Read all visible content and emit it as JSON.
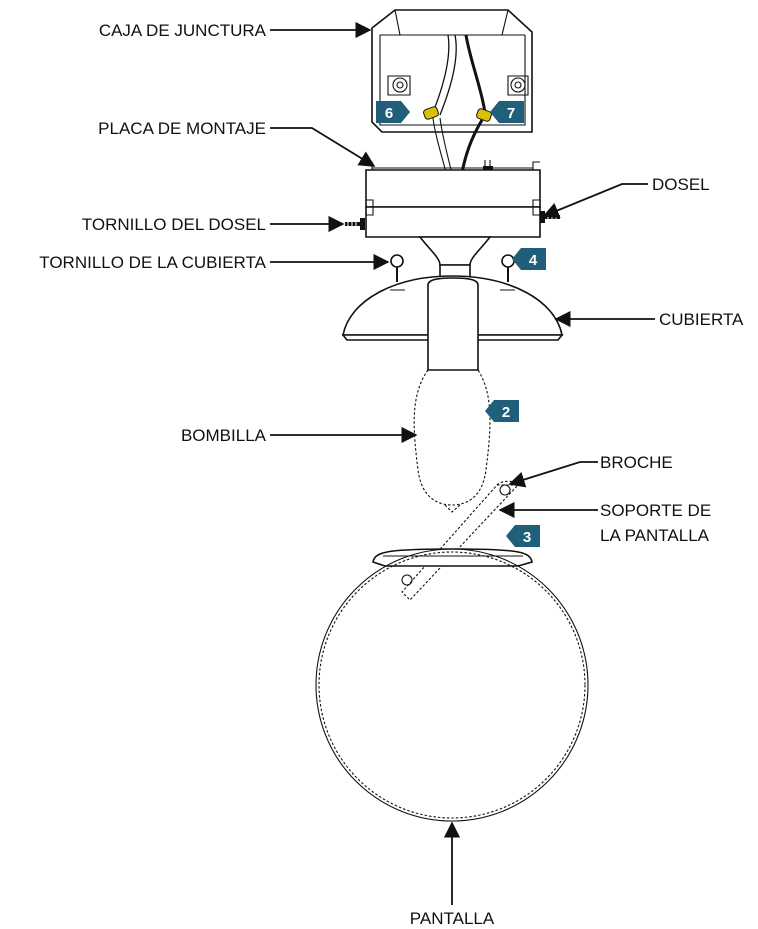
{
  "labels": {
    "junction_box": "CAJA DE JUNCTURA",
    "mounting_plate": "PLACA DE MONTAJE",
    "canopy": "DOSEL",
    "canopy_screw": "TORNILLO DEL DOSEL",
    "cover_screw": "TORNILLO DE LA CUBIERTA",
    "cover": "CUBIERTA",
    "bulb": "BOMBILLA",
    "clip": "BROCHE",
    "shade_support_line1": "SOPORTE DE",
    "shade_support_line2": "LA PANTALLA",
    "shade": "PANTALLA"
  },
  "steps": [
    "6",
    "7",
    "4",
    "2",
    "3"
  ],
  "colors": {
    "step_badge": "#1f5f7a",
    "line": "#111111",
    "wire_connector": "#d9c200"
  }
}
